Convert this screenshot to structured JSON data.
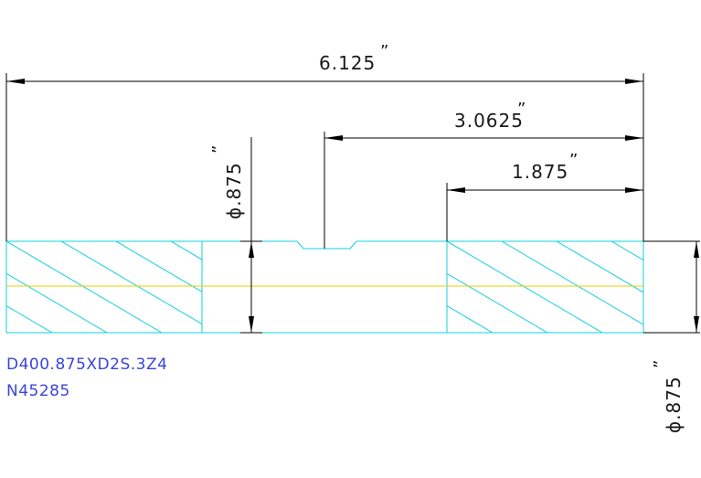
{
  "dimensions": {
    "overall_length": "6.125",
    "center_to_end": "3.0625",
    "hatch_length": "1.875",
    "bore_diameter": "ϕ.875",
    "outer_diameter": "ϕ.875",
    "inch_mark": "”"
  },
  "notes": {
    "part_code": "D400.875XD2S.3Z4",
    "part_number": "N45285"
  },
  "colors": {
    "outline": "#12d0dd",
    "centerline": "#e6d200",
    "dimension": "#000000",
    "note_text": "#3b45d8"
  }
}
